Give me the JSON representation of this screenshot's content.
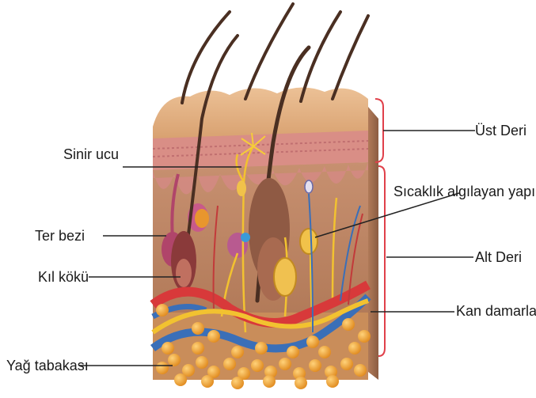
{
  "labels": {
    "ust_deri": "Üst Deri",
    "sinir_ucu": "Sinir ucu",
    "sicaklik": "Sıcaklık algılayan yapılar",
    "ter_bezi": "Ter bezi",
    "alt_deri": "Alt Deri",
    "kil_koku": "Kıl kökü",
    "kan_damarlari": "Kan damarları",
    "yag_tabakasi": "Yağ tabakası"
  },
  "colors": {
    "epidermis": "#d9a06e",
    "epidermis_top": "#e8b88a",
    "dermis": "#b88462",
    "dermis_side": "#9c6a4c",
    "bracket": "#e0404a",
    "leader": "#222222",
    "artery": "#d8393a",
    "vein": "#3a6fb8",
    "nerve": "#f2c230",
    "fat": "#f0a830",
    "hair": "#4a2f22"
  },
  "icons": [
    "skin-cross-section-illustration"
  ]
}
